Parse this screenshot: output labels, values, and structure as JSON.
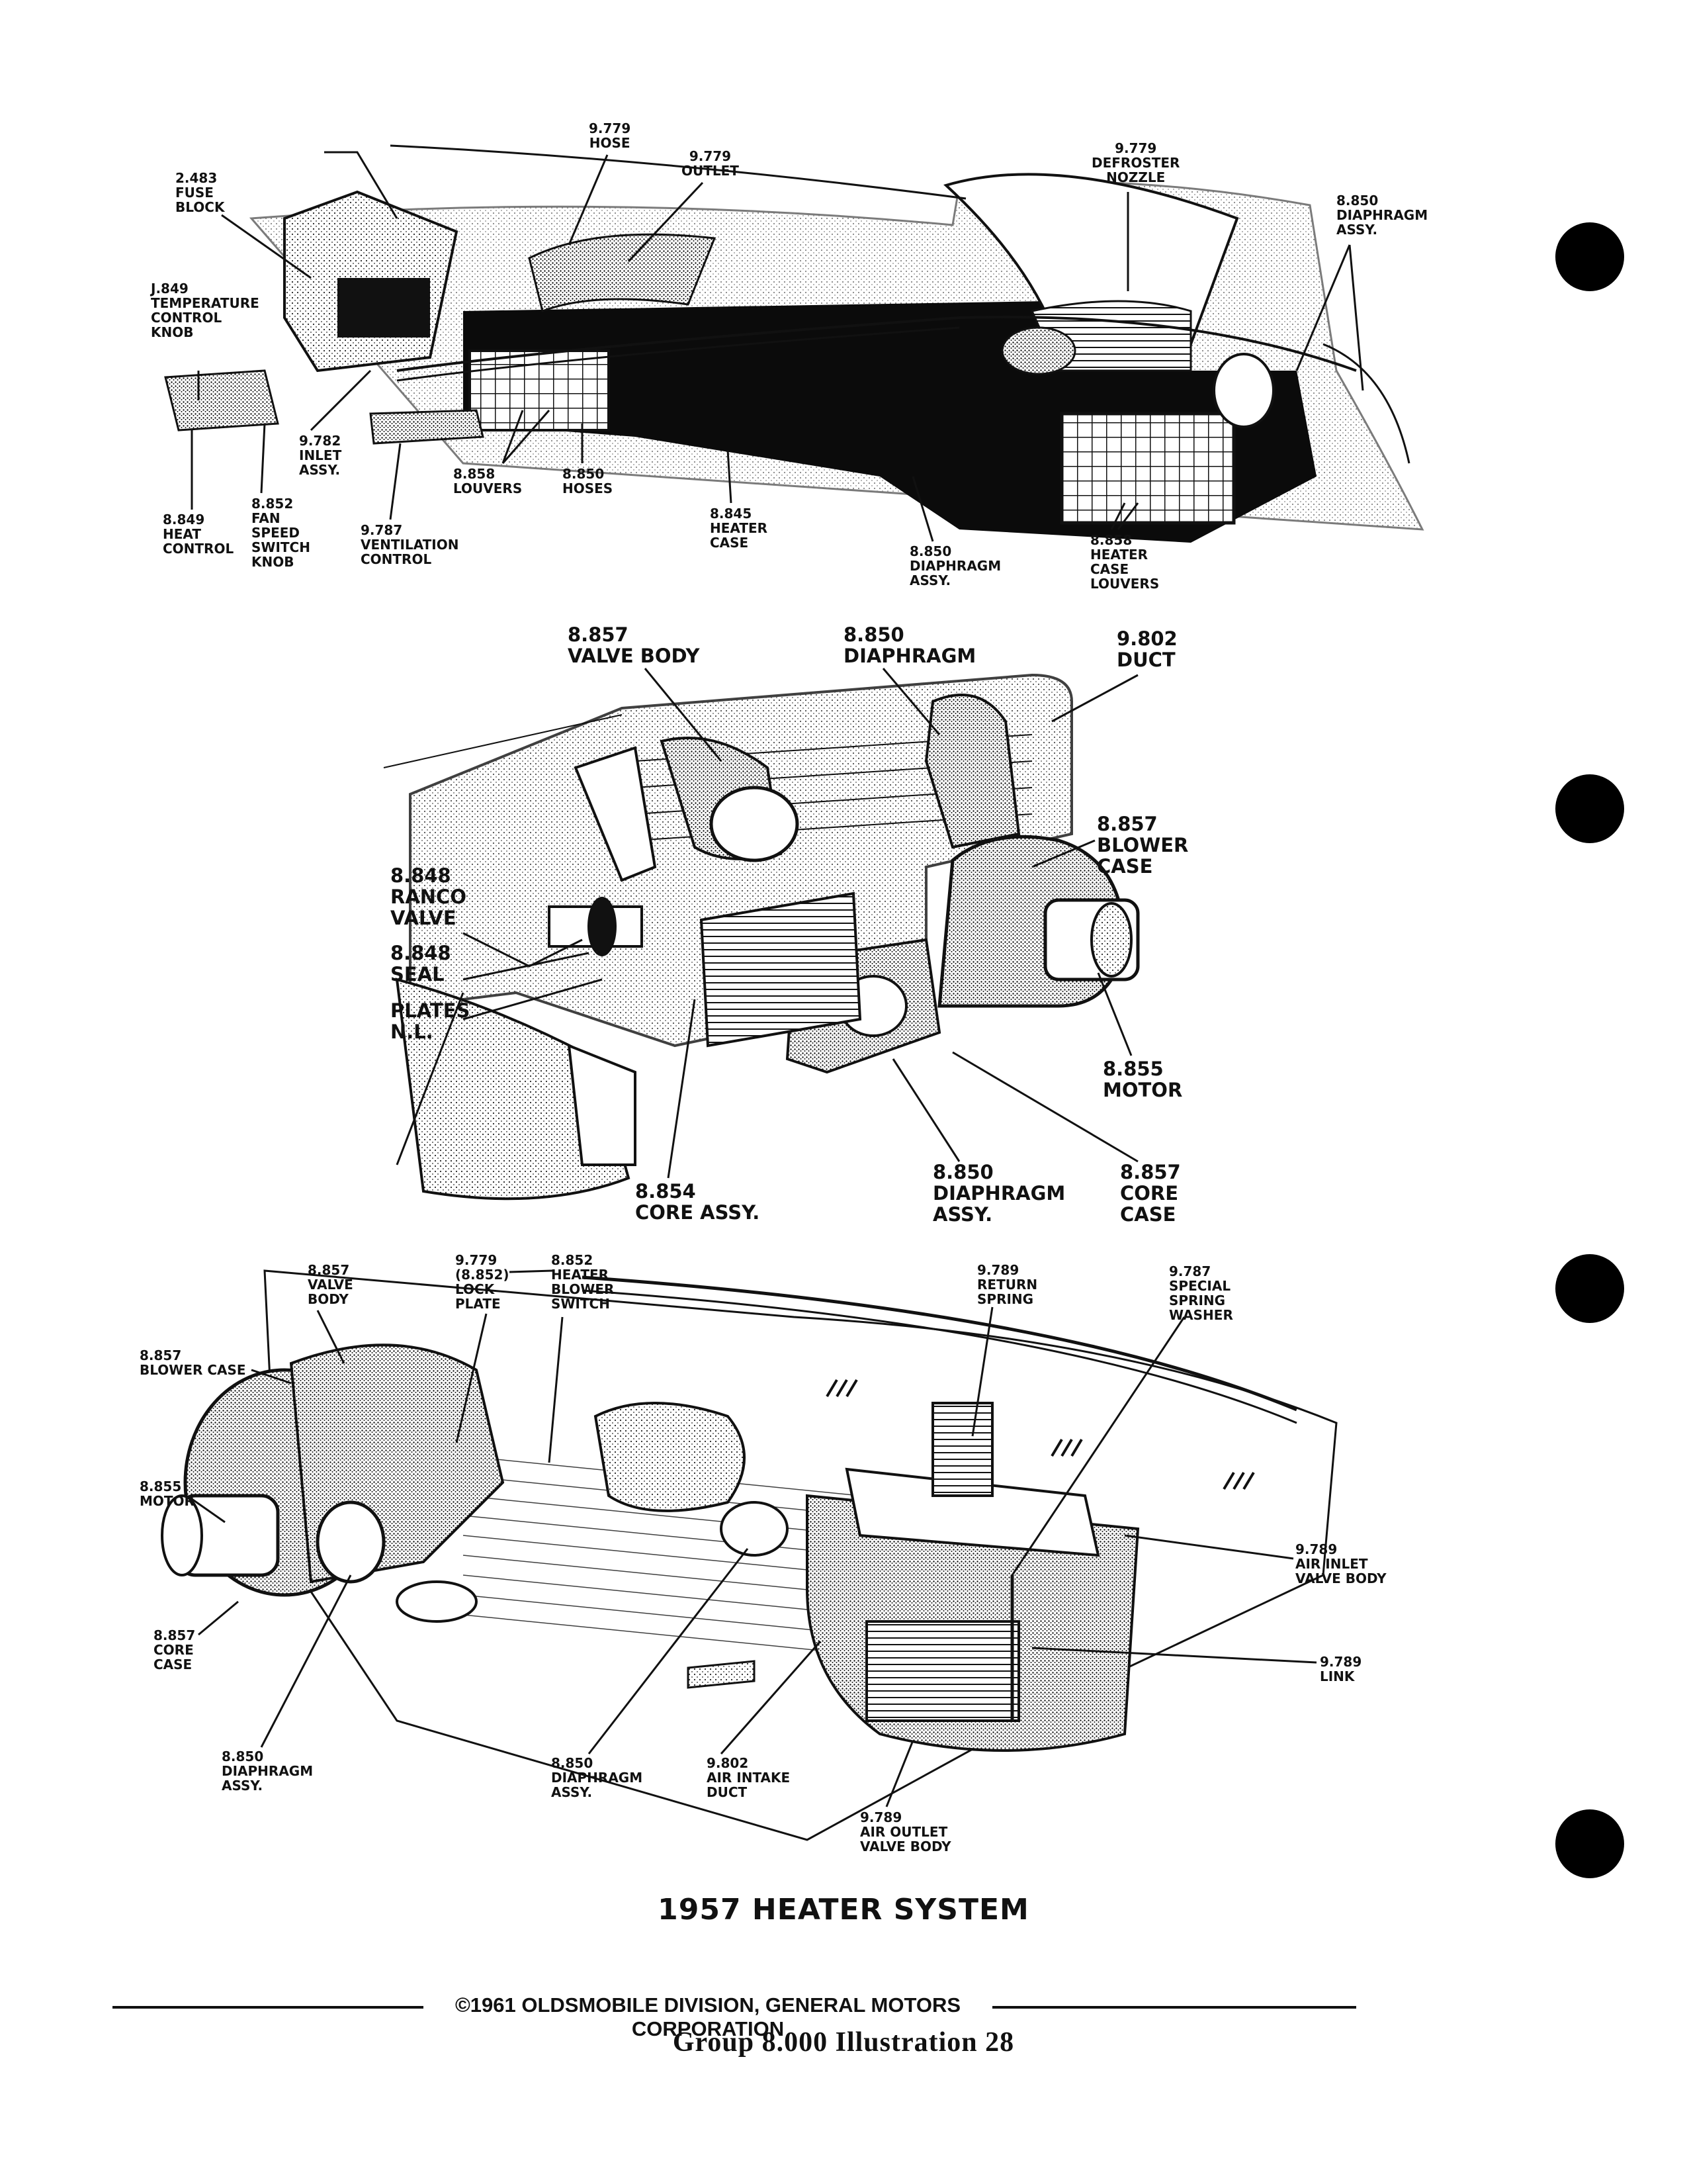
{
  "top_figure": {
    "labels": {
      "hose": "9.779\nHOSE",
      "outlet": "9.779\nOUTLET",
      "defroster_nozzle": "9.779\nDEFROSTER\nNOZZLE",
      "diaphragm_assy_top": "8.850\nDIAPHRAGM\nASSY.",
      "fuse_block": "2.483\nFUSE\nBLOCK",
      "temperature_control_knob": "J.849\nTEMPERATURE\nCONTROL\nKNOB",
      "inlet_assy": "9.782\nINLET\nASSY.",
      "louvers": "8.858\nLOUVERS",
      "hoses": "8.850\nHOSES",
      "heater_case": "8.845\nHEATER\nCASE",
      "diaphragm_assy_mid": "8.850\nDIAPHRAGM\nASSY.",
      "heater_case_louvers": "8.858\nHEATER\nCASE\nLOUVERS",
      "heat_control": "8.849\nHEAT\nCONTROL",
      "fan_speed_switch_knob": "8.852\nFAN\nSPEED\nSWITCH\nKNOB",
      "ventilation_control": "9.787\nVENTILATION\nCONTROL"
    }
  },
  "middle_figure": {
    "labels": {
      "valve_body": "8.857\nVALVE BODY",
      "diaphragm": "8.850\nDIAPHRAGM",
      "duct": "9.802\nDUCT",
      "blower_case": "8.857\nBLOWER\nCASE",
      "ranco_valve": "8.848\nRANCO\nVALVE",
      "seal": "8.848\nSEAL",
      "plates": "PLATES\nN.L.",
      "motor": "8.855\nMOTOR",
      "core_assy": "8.854\nCORE ASSY.",
      "diaphragm_assy": "8.850\nDIAPHRAGM\nASSY.",
      "core_case": "8.857\nCORE\nCASE"
    }
  },
  "bottom_figure": {
    "labels": {
      "valve_body": "8.857\nVALVE\nBODY",
      "lock_plate": "9.779\n(8.852)\nLOCK\nPLATE",
      "heater_blower_switch": "8.852\nHEATER\nBLOWER\nSWITCH",
      "return_spring": "9.789\nRETURN\nSPRING",
      "special_spring_washer": "9.787\nSPECIAL\nSPRING\nWASHER",
      "blower_case": "8.857\nBLOWER CASE",
      "motor": "8.855\nMOTOR",
      "air_inlet_valve_body": "9.789\nAIR INLET\nVALVE BODY",
      "core_case": "8.857\nCORE\nCASE",
      "link": "9.789\nLINK",
      "diaphragm_assy_left": "8.850\nDIAPHRAGM\nASSY.",
      "diaphragm_assy_center": "8.850\nDIAPHRAGM\nASSY.",
      "air_intake_duct": "9.802\nAIR INTAKE\nDUCT",
      "air_outlet_valve_body": "9.789\nAIR OUTLET\nVALVE BODY"
    }
  },
  "title": "1957 HEATER SYSTEM",
  "footer": {
    "copyright": "©1961 OLDSMOBILE DIVISION, GENERAL MOTORS CORPORATION",
    "group_line": "Group  8.000  Illustration 28"
  }
}
